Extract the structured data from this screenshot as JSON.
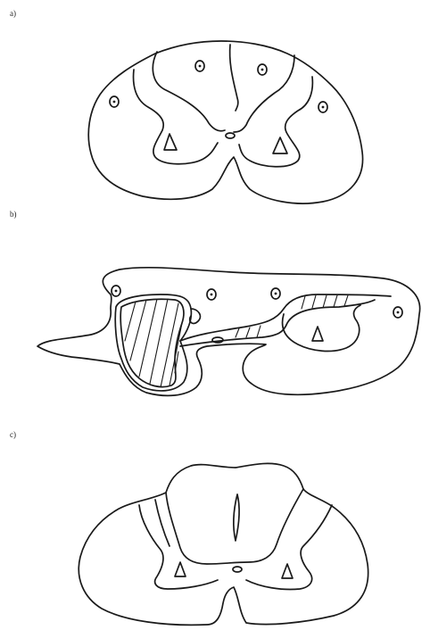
{
  "figure": {
    "panels": [
      {
        "id": "a",
        "label": "a)"
      },
      {
        "id": "b",
        "label": "b)"
      },
      {
        "id": "c",
        "label": "c)"
      }
    ]
  }
}
